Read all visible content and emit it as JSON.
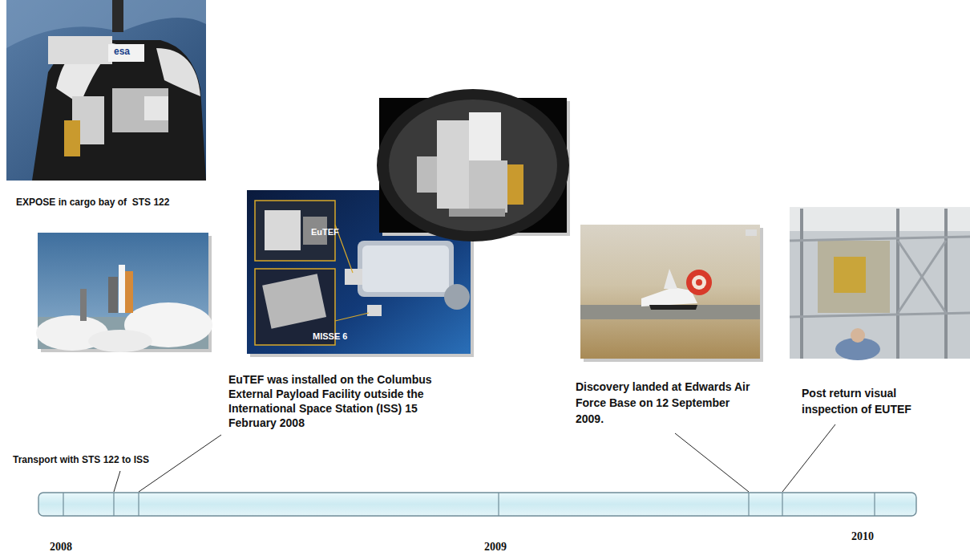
{
  "diagram": {
    "labels": [
      "EXPOSE in cargo bay of  STS 122",
      "esa",
      "EuTEF",
      "MISSE 6",
      "EuTEF was installed on the Columbus External Payload Facility outside the International Space Station (ISS)  15 February 2008",
      "Transport with STS 122 to ISS",
      "Discovery landed at Edwards Air Force Base on 12 September 2009.",
      "Post return visual inspection of EUTEF",
      "2008",
      "2009",
      "2010"
    ]
  }
}
